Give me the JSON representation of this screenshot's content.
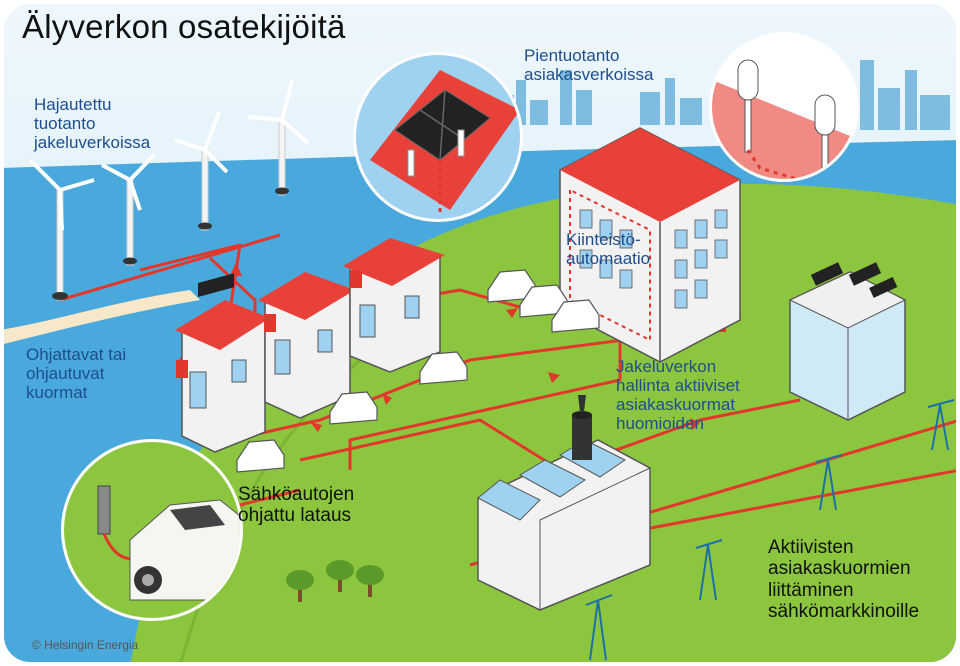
{
  "title": "Älyverkon osatekijöitä",
  "labels": {
    "distributed": "Hajautettu\ntuotanto\njakeluverkoissa",
    "small_production": "Pientuotanto\nasiakasverkoissa",
    "building_automation": "Kiinteistö-\nautomaatio",
    "controlled_loads": "Ohjattavat tai\nohjautuvat\nkuormat",
    "grid_management": "Jakeluverkon\nhallinta aktiiviset\nasiakaskuormat\nhuomioiden",
    "ev_charging": "Sähköautojen\nohjattu lataus",
    "market": "Aktiivisten\nasiakaskuormien\nliittäminen\nsähkömarkkinoille"
  },
  "copyright": "© Helsingin Energia",
  "colors": {
    "sky": "#d9eefa",
    "sea": "#4aa9dc",
    "grass": "#8cc63f",
    "wire": "#e2382c",
    "roof": "#e8413a",
    "building": "#f2f2f2",
    "label_blue": "#1d4e8f"
  }
}
